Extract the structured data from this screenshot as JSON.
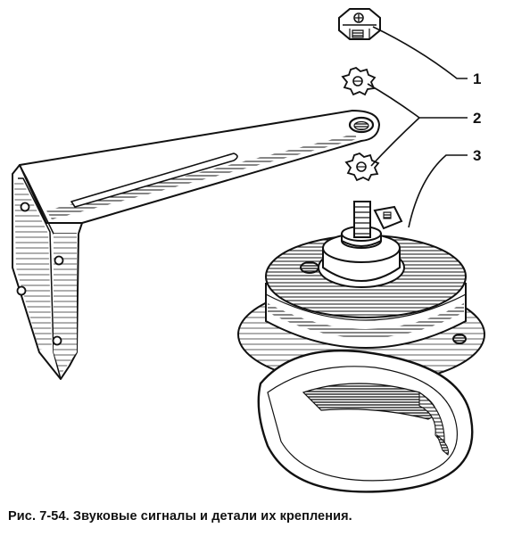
{
  "figure": {
    "callouts": [
      "1",
      "2",
      "3"
    ],
    "caption": "Рис. 7-54. Звуковые сигналы и детали их крепления."
  }
}
